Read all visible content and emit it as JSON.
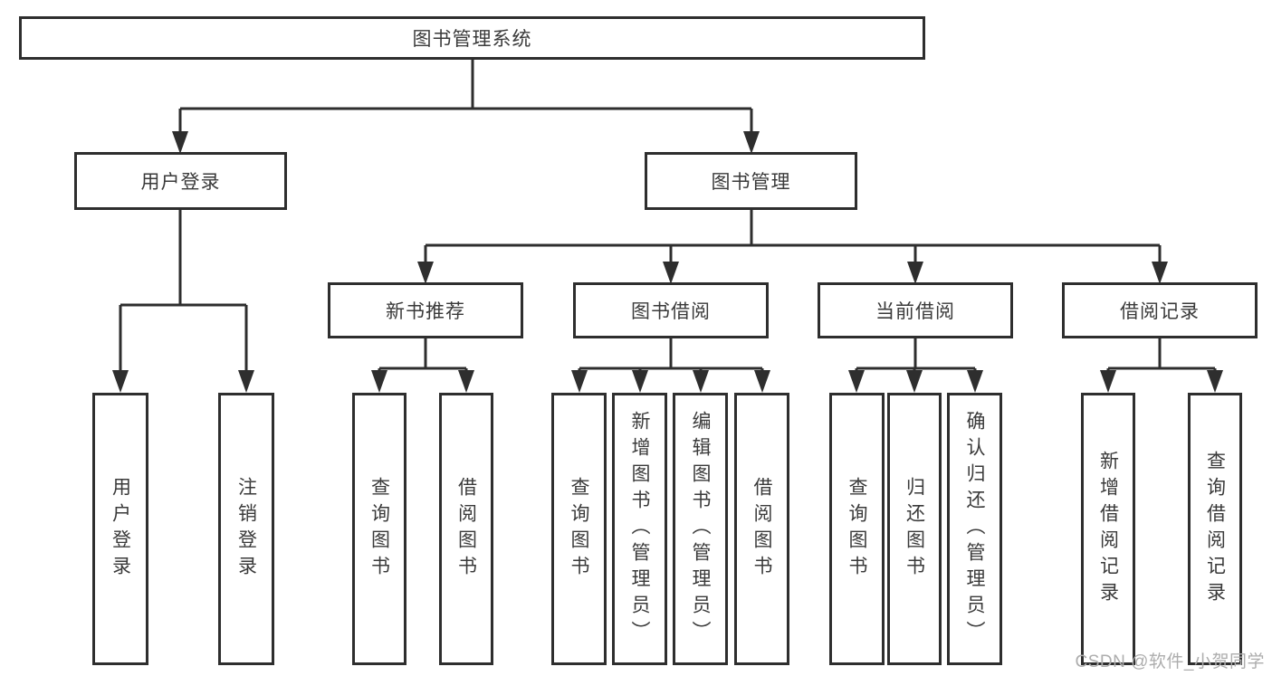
{
  "diagram": {
    "title": "图书管理系统",
    "level2": {
      "user_login": "用户登录",
      "book_mgmt": "图书管理"
    },
    "level3": {
      "new_books": "新书推荐",
      "book_borrow": "图书借阅",
      "current_borrow": "当前借阅",
      "borrow_records": "借阅记录"
    },
    "leaves": {
      "user_login": [
        "用户登录",
        "注销登录"
      ],
      "new_books": [
        "查询图书",
        "借阅图书"
      ],
      "book_borrow": [
        "查询图书",
        "新增图书（管理员）",
        "编辑图书（管理员）",
        "借阅图书"
      ],
      "current_borrow": [
        "查询图书",
        "归还图书",
        "确认归还（管理员）"
      ],
      "borrow_records": [
        "新增借阅记录",
        "查询借阅记录"
      ]
    },
    "colors": {
      "line": "#2e2e2e",
      "text": "#3a3a3a",
      "background": "#ffffff",
      "watermark": "#adadad"
    }
  },
  "watermark": "CSDN @软件_小贺同学"
}
